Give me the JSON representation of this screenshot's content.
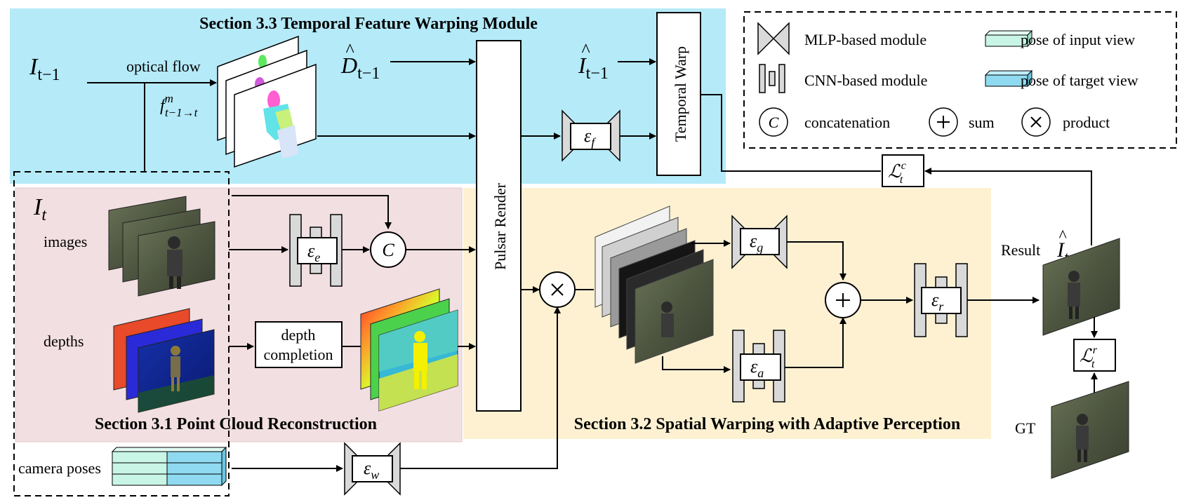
{
  "sections": {
    "temporal": "Section 3.3 Temporal Feature Warping Module",
    "point_cloud": "Section 3.1 Point Cloud Reconstruction",
    "spatial": "Section 3.2 Spatial Warping with Adaptive Perception"
  },
  "legend": {
    "mlp": "MLP-based module",
    "cnn": "CNN-based module",
    "concat_symbol": "C",
    "concat": "concatenation",
    "sum": "sum",
    "product": "product",
    "pose_input": "pose of input view",
    "pose_target": "pose of target view"
  },
  "labels": {
    "optical_flow": "optical flow",
    "images": "images",
    "depths": "depths",
    "depth_completion_line1": "depth",
    "depth_completion_line2": "completion",
    "camera_poses": "camera poses",
    "pulsar_render": "Pulsar Render",
    "temporal_warp": "Temporal Warp",
    "result": "Result",
    "gt": "GT"
  },
  "math": {
    "I_prev": "I",
    "I_prev_sub": "t−1",
    "I_t": "I",
    "I_t_sub": "t",
    "flow": "f",
    "flow_sup": "m",
    "flow_sub": "t−1→t",
    "D_prev": "D",
    "D_prev_sub": "t−1",
    "Ihat_prev": "I",
    "Ihat_prev_sub": "t−1",
    "Ihat_t": "I",
    "Ihat_t_sub": "t",
    "eps_f": "ε",
    "eps_f_sub": "f",
    "eps_e": "ε",
    "eps_e_sub": "e",
    "eps_g": "ε",
    "eps_g_sub": "g",
    "eps_a": "ε",
    "eps_a_sub": "a",
    "eps_r": "ε",
    "eps_r_sub": "r",
    "eps_w": "ε",
    "eps_w_sub": "w",
    "concat_C": "C",
    "L_c": "ℒ",
    "L_c_sup": "c",
    "L_c_sub": "t",
    "L_r": "ℒ",
    "L_r_sup": "r",
    "L_r_sub": "t"
  },
  "colors": {
    "temporal_bg": "#b5eaf8",
    "point_cloud_bg": "#f2dfe2",
    "spatial_bg": "#fdf1d2",
    "module_gray": "#d9d9d9",
    "pose_input": "#c8f5e6",
    "pose_target": "#8fdaf0"
  }
}
